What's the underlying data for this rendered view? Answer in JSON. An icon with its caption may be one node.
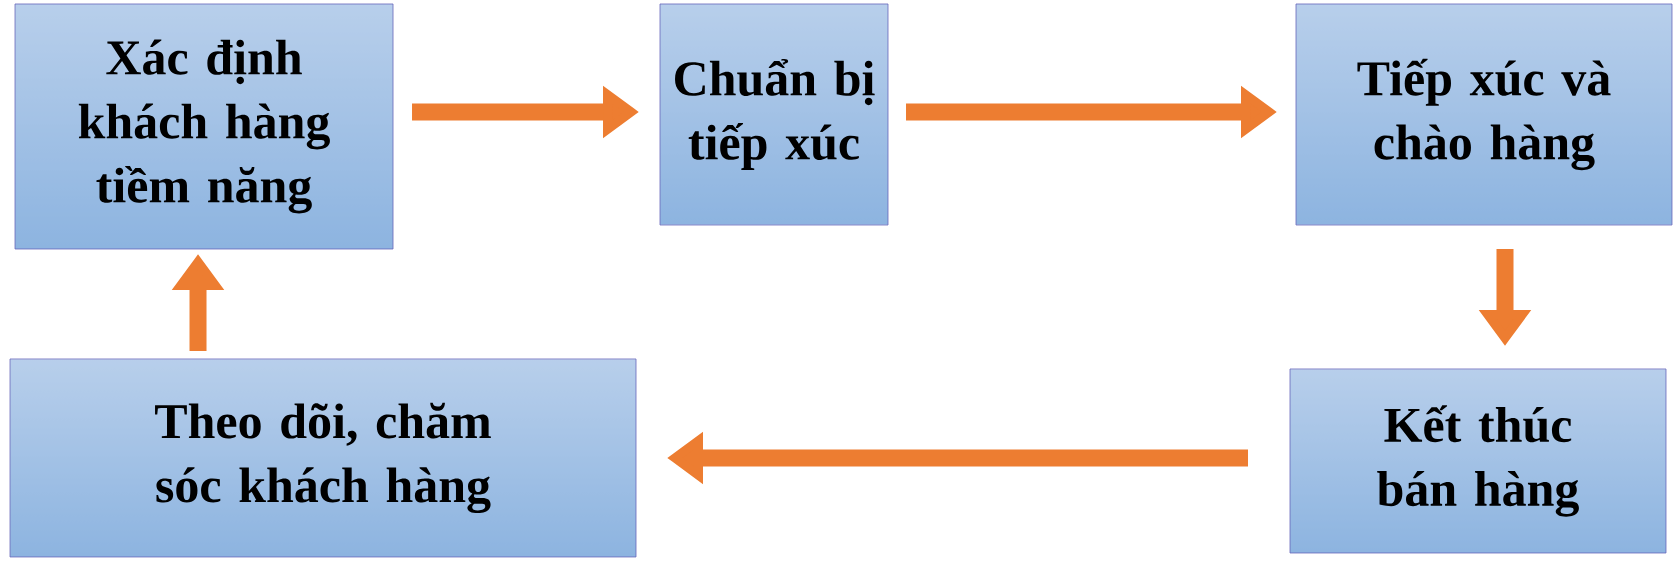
{
  "diagram": {
    "nodes": [
      {
        "text": [
          "Xác định khách hàng tiềm năng"
        ]
      },
      {
        "text": [
          "Chuẩn bị tiếp xúc"
        ]
      },
      {
        "text": [
          "Tiếp xúc và chào hàng"
        ]
      },
      {
        "text": [
          "Kết thúc bán hàng"
        ]
      },
      {
        "text": [
          "Theo dõi, chăm sóc khách hàng"
        ]
      }
    ],
    "edges": [
      {
        "from": 0,
        "to": 1,
        "arrow": "to"
      },
      {
        "from": 1,
        "to": 2,
        "arrow": "to"
      },
      {
        "from": 2,
        "to": 3,
        "arrow": "to"
      },
      {
        "from": 3,
        "to": 4,
        "arrow": "to"
      },
      {
        "from": 4,
        "to": 0,
        "arrow": "to"
      }
    ]
  }
}
